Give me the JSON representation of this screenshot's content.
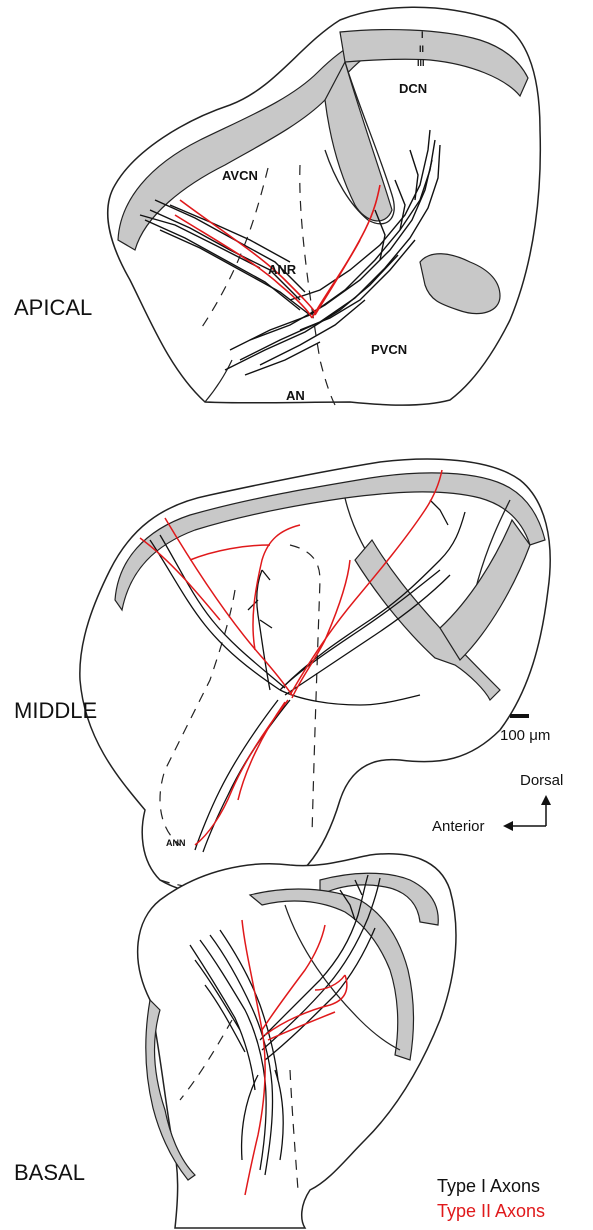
{
  "colors": {
    "type1": "#111111",
    "type2": "#e0191b",
    "layer_fill": "#c8c8c8",
    "outline": "#222222"
  },
  "apical": {
    "section_label": "APICAL",
    "layer_labels": [
      "I",
      "II",
      "III"
    ],
    "region_labels": {
      "dcn": "DCN",
      "avcn": "AVCN",
      "anr": "ANR",
      "pvcn": "PVCN",
      "an": "AN"
    }
  },
  "middle": {
    "section_label": "MIDDLE",
    "region_labels": {
      "ann": "ANN"
    }
  },
  "basal": {
    "section_label": "BASAL"
  },
  "scale_bar": {
    "label": "100 μm"
  },
  "orientation": {
    "dorsal": "Dorsal",
    "anterior": "Anterior"
  },
  "legend": {
    "type1": "Type I Axons",
    "type2": "Type II Axons"
  }
}
